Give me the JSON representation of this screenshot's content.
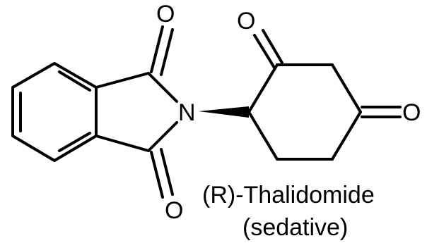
{
  "molecule": {
    "atoms": {
      "o_top_left": "O",
      "o_top_right": "O",
      "n_center": "N",
      "o_right": "O",
      "o_bottom": "O"
    },
    "caption": {
      "line1": "(R)-Thalidomide",
      "line2": "(sedative)"
    }
  },
  "colors": {
    "ink": "#000000",
    "background": "#ffffff"
  }
}
